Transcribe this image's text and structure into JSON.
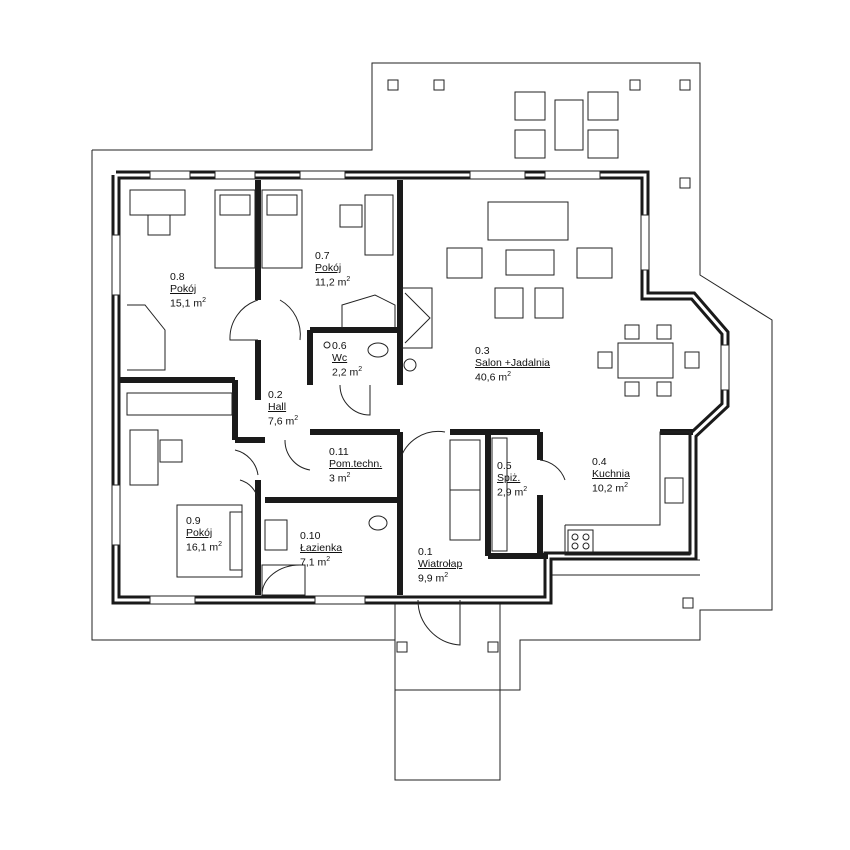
{
  "plan": {
    "rooms": [
      {
        "id": "r01",
        "number": "0.1",
        "name": "Wiatrołap",
        "area": "9,9",
        "unit": "m"
      },
      {
        "id": "r02",
        "number": "0.2",
        "name": "Hall",
        "area": "7,6",
        "unit": "m"
      },
      {
        "id": "r03",
        "number": "0.3",
        "name": "Salon +Jadalnia",
        "area": "40,6",
        "unit": "m"
      },
      {
        "id": "r04",
        "number": "0.4",
        "name": "Kuchnia",
        "area": "10,2",
        "unit": "m"
      },
      {
        "id": "r05",
        "number": "0.5",
        "name": "Spiż.",
        "area": "2,9",
        "unit": "m"
      },
      {
        "id": "r06",
        "number": "0.6",
        "name": "Wc",
        "area": "2,2",
        "unit": "m"
      },
      {
        "id": "r07",
        "number": "0.7",
        "name": "Pokój",
        "area": "11,2",
        "unit": "m"
      },
      {
        "id": "r08",
        "number": "0.8",
        "name": "Pokój",
        "area": "15,1",
        "unit": "m"
      },
      {
        "id": "r09",
        "number": "0.9",
        "name": "Pokój",
        "area": "16,1",
        "unit": "m"
      },
      {
        "id": "r10",
        "number": "0.10",
        "name": "Łazienka",
        "area": "7,1",
        "unit": "m"
      },
      {
        "id": "r11",
        "number": "0.11",
        "name": "Pom.techn.",
        "area": "3",
        "unit": "m"
      }
    ],
    "area_exponent": "2",
    "colors": {
      "wall": "#1a1a1a",
      "wall_fill": "#ffffff",
      "line": "#222222",
      "paper": "#ffffff"
    }
  }
}
